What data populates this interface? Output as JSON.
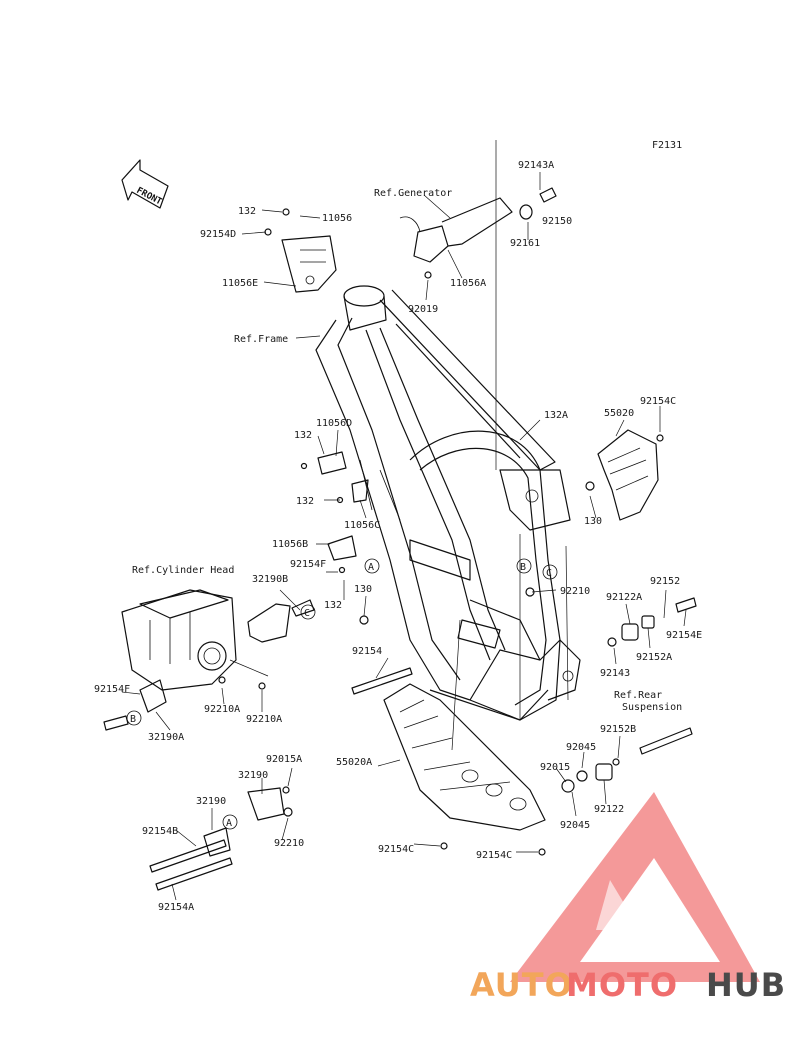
{
  "figure_code": "F2131",
  "front_marker": "FRONT",
  "refs": {
    "generator": "Ref.Generator",
    "frame": "Ref.Frame",
    "cylinder_head": "Ref.Cylinder Head",
    "rear_suspension_1": "Ref.Rear",
    "rear_suspension_2": "Suspension"
  },
  "callouts": [
    "A",
    "B",
    "C"
  ],
  "parts": [
    {
      "id": "p1",
      "label": "132"
    },
    {
      "id": "p2",
      "label": "11056"
    },
    {
      "id": "p3",
      "label": "92154D"
    },
    {
      "id": "p4",
      "label": "11056E"
    },
    {
      "id": "p5",
      "label": "92143A"
    },
    {
      "id": "p6",
      "label": "92150"
    },
    {
      "id": "p7",
      "label": "92161"
    },
    {
      "id": "p8",
      "label": "11056A"
    },
    {
      "id": "p9",
      "label": "92019"
    },
    {
      "id": "p10",
      "label": "132A"
    },
    {
      "id": "p11",
      "label": "55020"
    },
    {
      "id": "p12",
      "label": "92154C"
    },
    {
      "id": "p13",
      "label": "130"
    },
    {
      "id": "p14",
      "label": "11056D"
    },
    {
      "id": "p15",
      "label": "132"
    },
    {
      "id": "p16",
      "label": "132"
    },
    {
      "id": "p17",
      "label": "11056C"
    },
    {
      "id": "p18",
      "label": "11056B"
    },
    {
      "id": "p19",
      "label": "92154F"
    },
    {
      "id": "p20",
      "label": "32190B"
    },
    {
      "id": "p21",
      "label": "132"
    },
    {
      "id": "p22",
      "label": "130"
    },
    {
      "id": "p23",
      "label": "92210"
    },
    {
      "id": "p24",
      "label": "92152"
    },
    {
      "id": "p25",
      "label": "92122A"
    },
    {
      "id": "p26",
      "label": "92154E"
    },
    {
      "id": "p27",
      "label": "92152A"
    },
    {
      "id": "p28",
      "label": "92143"
    },
    {
      "id": "p29",
      "label": "92154"
    },
    {
      "id": "p30",
      "label": "92154F"
    },
    {
      "id": "p31",
      "label": "92210A"
    },
    {
      "id": "p32",
      "label": "92210A"
    },
    {
      "id": "p33",
      "label": "32190A"
    },
    {
      "id": "p34",
      "label": "92152B"
    },
    {
      "id": "p35",
      "label": "92045"
    },
    {
      "id": "p36",
      "label": "92015"
    },
    {
      "id": "p37",
      "label": "92045"
    },
    {
      "id": "p38",
      "label": "92122"
    },
    {
      "id": "p39",
      "label": "55020A"
    },
    {
      "id": "p40",
      "label": "92015A"
    },
    {
      "id": "p41",
      "label": "32190"
    },
    {
      "id": "p42",
      "label": "32190"
    },
    {
      "id": "p43",
      "label": "92210"
    },
    {
      "id": "p44",
      "label": "92154B"
    },
    {
      "id": "p45",
      "label": "92154C"
    },
    {
      "id": "p46",
      "label": "92154C"
    },
    {
      "id": "p47",
      "label": "92154A"
    }
  ],
  "watermark": {
    "part1": "AUTO",
    "part2": "MOTO",
    "part3": "HUB",
    "color_orange": "#f2a65a",
    "color_red": "#ef6d6d",
    "color_grey": "#4a4a4a"
  }
}
